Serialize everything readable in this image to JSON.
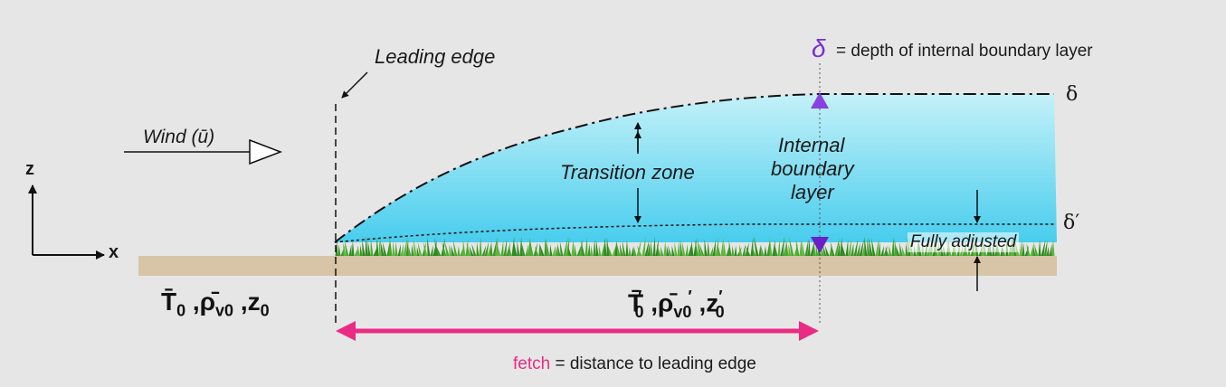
{
  "labels": {
    "leading_edge": "Leading edge",
    "wind": "Wind (ū)",
    "transition_zone": "Transition zone",
    "ibl_line1": "Internal",
    "ibl_line2": "boundary",
    "ibl_line3": "layer",
    "fully_adjusted": "Fully adjusted",
    "delta_symbol": "δ",
    "delta_def": "= depth of internal boundary layer",
    "delta_right": "δ",
    "delta_prime": "δ′",
    "axis_z": "z",
    "axis_x": "x",
    "fetch_word": "fetch",
    "fetch_def": "= distance to leading edge",
    "left_T": "T̄",
    "left_T_sub": "0",
    "left_rho": "ρ̄",
    "left_rho_sub": "v0",
    "left_z": "z",
    "left_z_sub": "0",
    "right_T": "T̄",
    "right_T_sub": "0",
    "right_rho": "ρ̄",
    "right_rho_sub": "v0",
    "right_z": "z",
    "right_z_sub": "0",
    "prime": "′",
    "comma": ","
  },
  "colors": {
    "background": "#e6e6e6",
    "ground": "#d8c4a6",
    "layer_top": "#bdf0f7",
    "layer_bottom": "#4fd0ee",
    "grass": "#3f9a2a",
    "fetch": "#ea2b84",
    "delta": "#7a2fd6"
  }
}
